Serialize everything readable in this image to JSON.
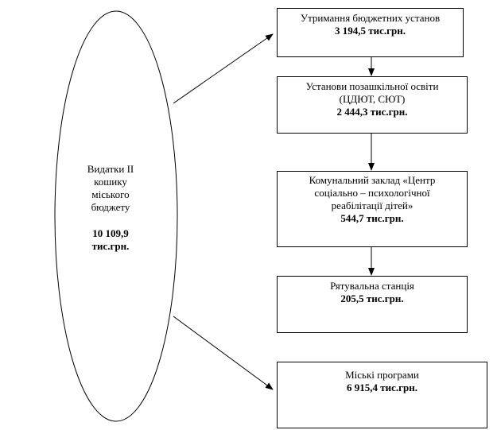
{
  "root": {
    "label_lines": [
      "Видатки ІІ",
      "кошику",
      "міського",
      "бюджету"
    ],
    "amount_lines": [
      "10 109,9",
      "тис.грн."
    ]
  },
  "boxes": [
    {
      "title_lines": [
        "Утримання бюджетних установ"
      ],
      "amount": "3 194,5 тис.грн."
    },
    {
      "title_lines": [
        "Установи позашкільної освіти",
        "(ЦДЮТ, СЮТ)"
      ],
      "amount": "2 444,3 тис.грн."
    },
    {
      "title_lines": [
        "Комунальний заклад «Центр",
        "соціально – психологічної",
        "реабілітації дітей»"
      ],
      "amount": "544,7 тис.грн."
    },
    {
      "title_lines": [
        "Рятувальна станція"
      ],
      "amount": "205,5 тис.грн."
    },
    {
      "title_lines": [
        "Міські програми"
      ],
      "amount": "6 915,4 тис.грн."
    }
  ]
}
